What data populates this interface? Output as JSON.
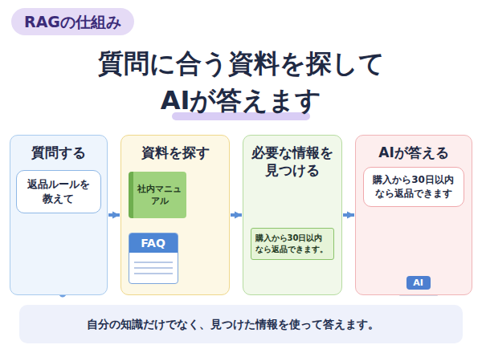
{
  "diagram": {
    "title": "質問に合う資料を探して AIが答えます",
    "nodes": [
      {
        "text": [
          "RAGの仕組み"
        ]
      },
      {
        "text": [
          "質問する"
        ]
      },
      {
        "text": [
          "返品ルールを教えて"
        ],
        "in": 1
      },
      {
        "text": [
          "資料を探す"
        ]
      },
      {
        "text": [
          "社内マニュアル"
        ],
        "in": 3
      },
      {
        "text": [
          "FAQ"
        ],
        "in": 3
      },
      {
        "text": [
          "必要な情報を見つける"
        ]
      },
      {
        "text": [
          "購入から30日以内なら返品できます。"
        ],
        "in": 6
      },
      {
        "text": [
          "AIが答える"
        ]
      },
      {
        "text": [
          "購入から30日以内なら返品できます"
        ],
        "in": 8
      },
      {
        "text": [
          "AI"
        ],
        "in": 8
      },
      {
        "text": [
          "自分の知識だけでなく、見つけた情報を使って答えます。"
        ]
      }
    ],
    "edges": [
      {
        "from": 1,
        "to": 3,
        "arrow": "to"
      },
      {
        "from": 3,
        "to": 6,
        "arrow": "to"
      },
      {
        "from": 6,
        "to": 8,
        "arrow": "to"
      }
    ]
  }
}
